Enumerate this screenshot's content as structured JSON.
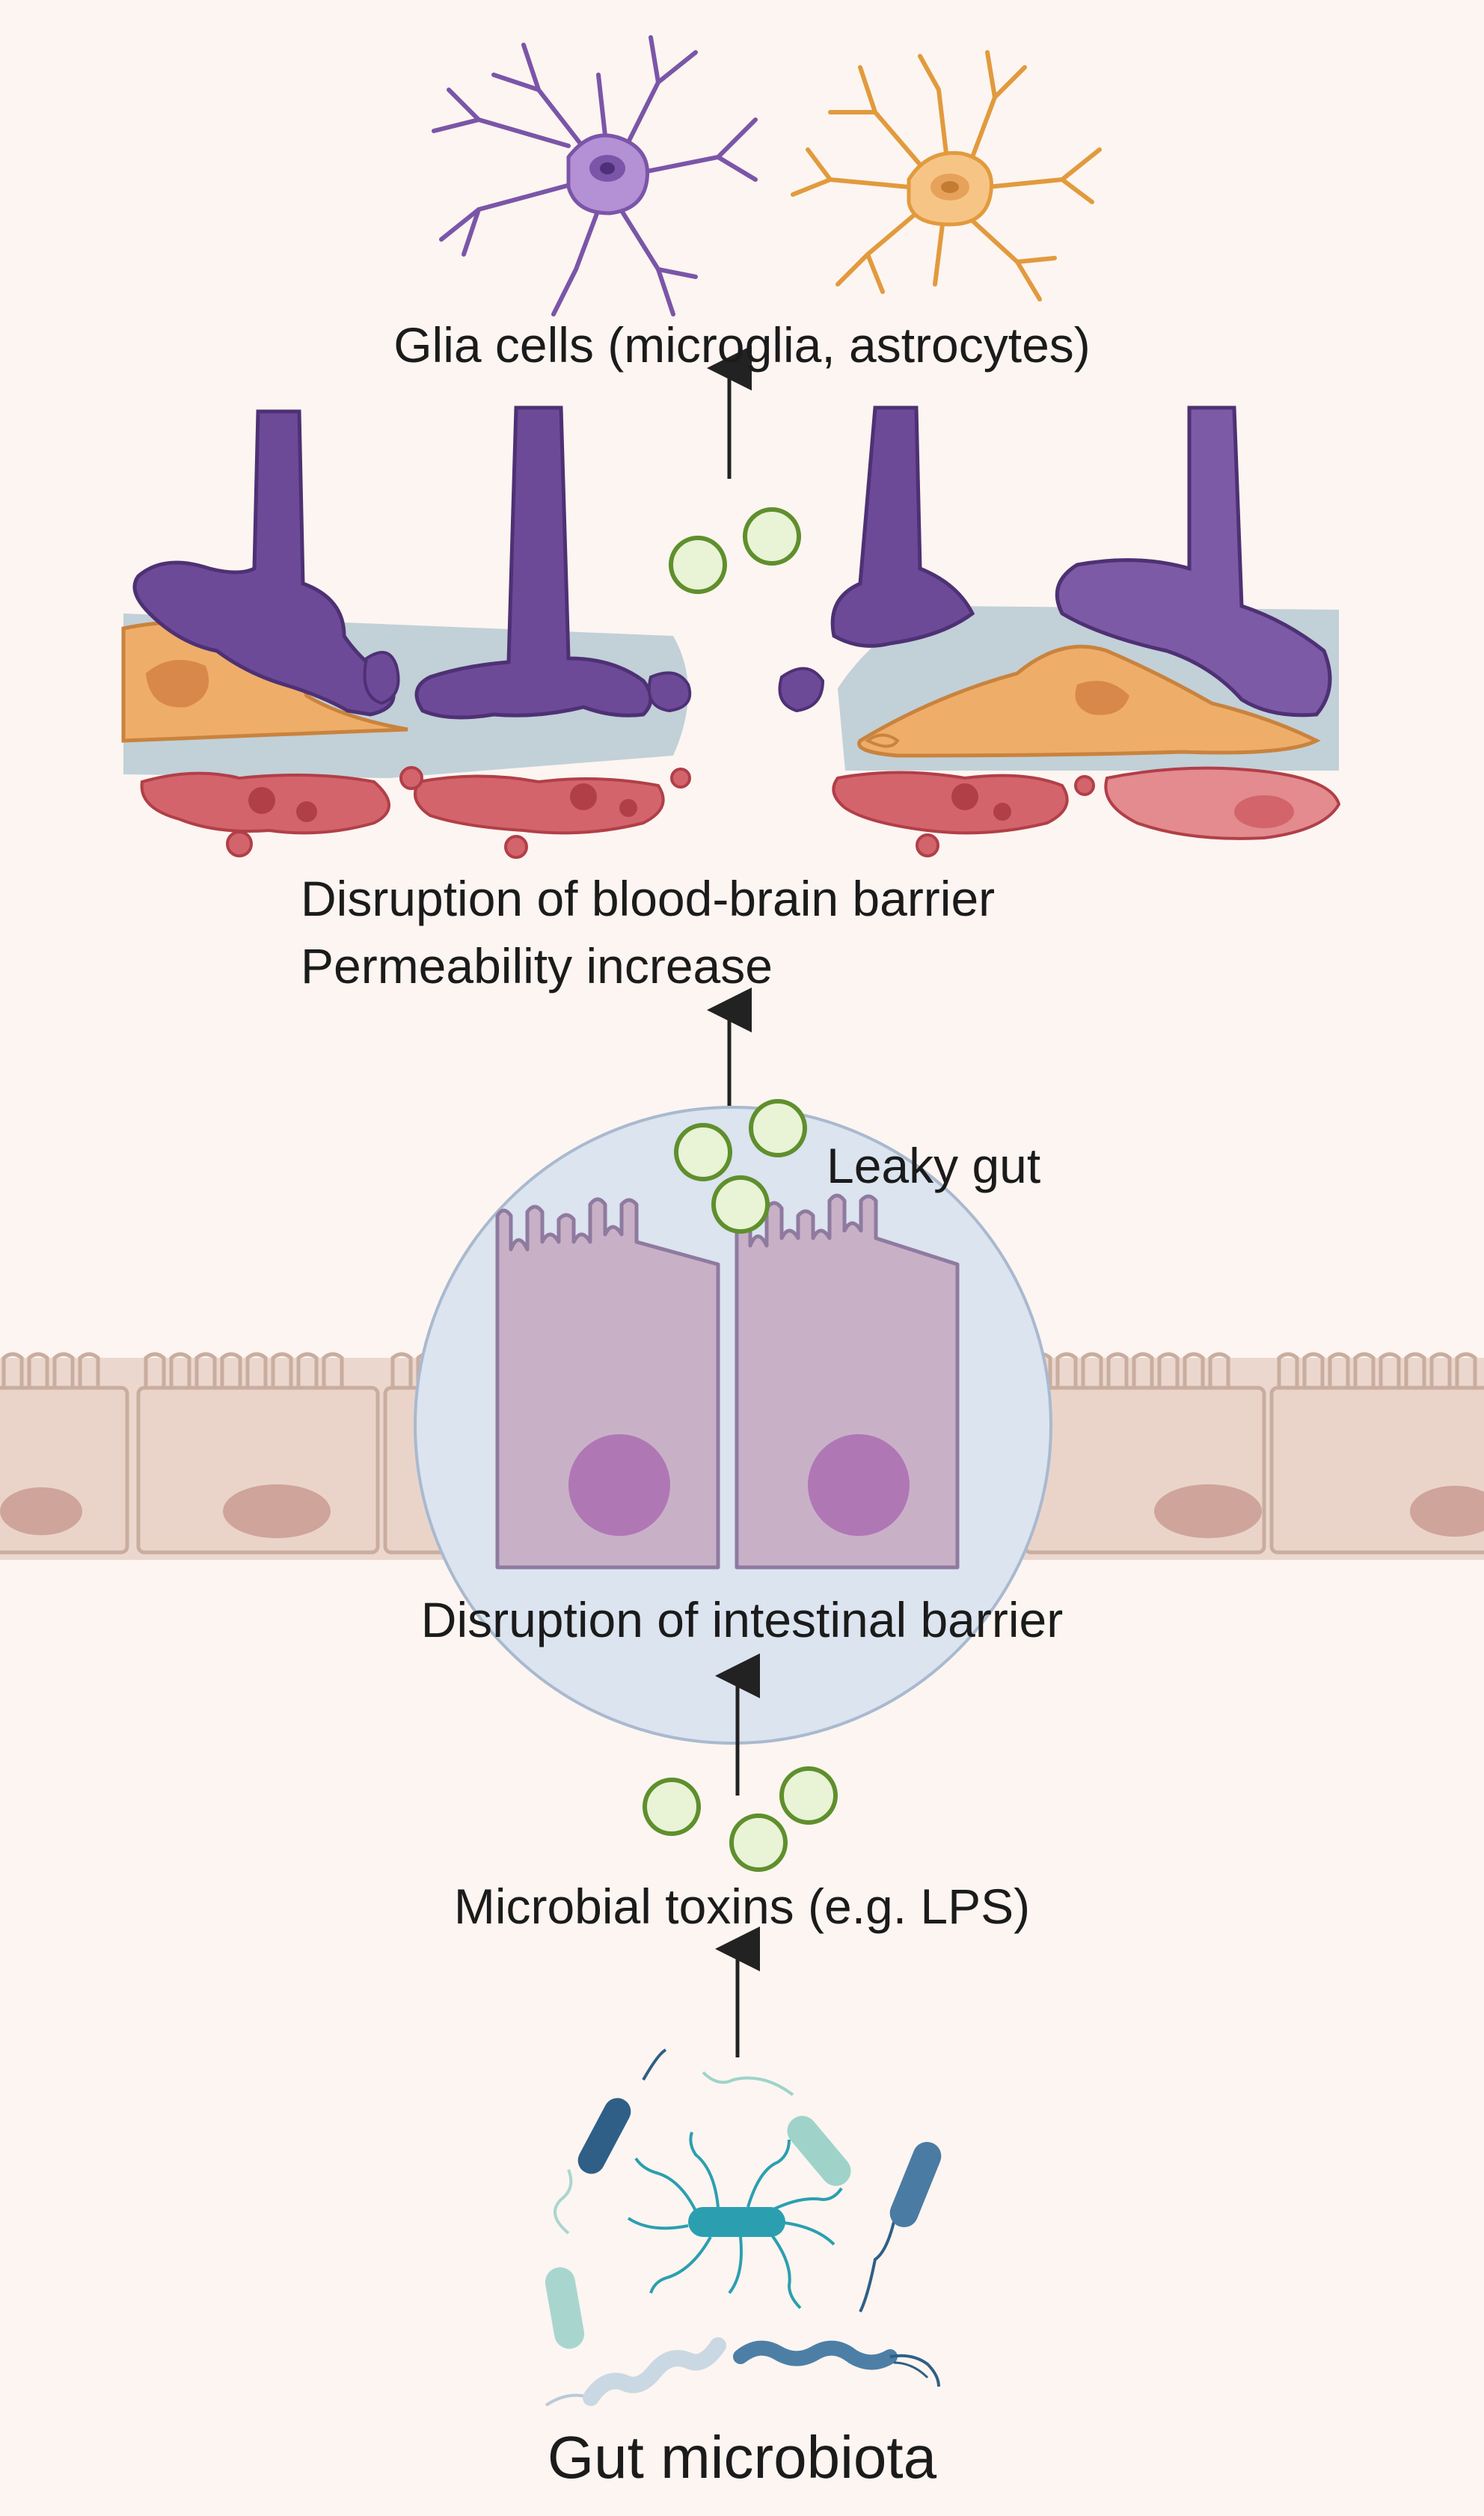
{
  "diagram": {
    "labels": {
      "glia": "Glia cells (microglia, astrocytes)",
      "bbb_line1": "Disruption of blood-brain barrier",
      "bbb_line2": "Permeability increase",
      "leaky_gut": "Leaky gut",
      "intestinal": "Disruption of intestinal barrier",
      "toxins": "Microbial toxins (e.g. LPS)",
      "microbiota": "Gut microbiota"
    },
    "colors": {
      "background": "#fcf5f1",
      "microglia": "#a47fc4",
      "astrocyte": "#f2b56c",
      "endfeet": "#6a4c93",
      "pericyte": "#e3a25a",
      "basement": "#b9c9d2",
      "blood": "#cf5a63",
      "epithelium": "#e7d2c8",
      "enterocyte": "#c9b0c5",
      "nucleus": "#b077b5",
      "toxin": "#5f8f2d",
      "circle": "#dde6f0",
      "bacteria_dark": "#2f5f86",
      "bacteria_teal": "#2b9fb0",
      "bacteria_light": "#a8d6cf"
    }
  }
}
